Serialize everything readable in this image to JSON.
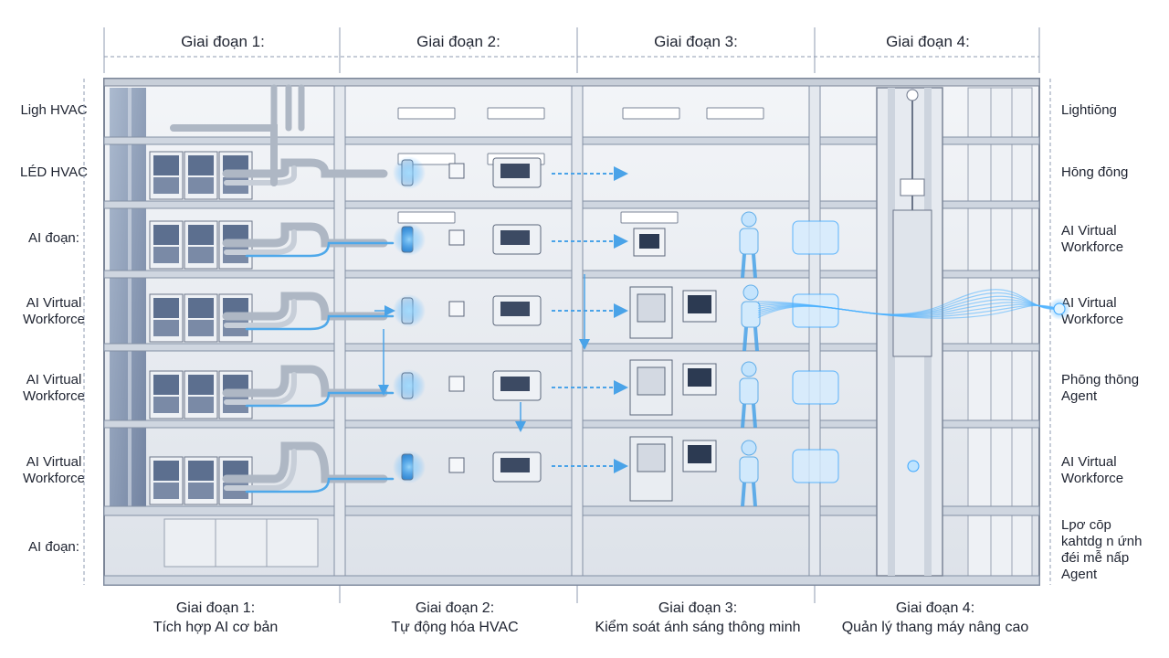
{
  "phases_top": [
    "Giai đoạn 1:",
    "Giai đoạn 2:",
    "Giai đoạn 3:",
    "Giai đoạn 4:"
  ],
  "phases_bottom": [
    {
      "title": "Giai đoạn 1:",
      "subtitle": "Tích hợp AI cơ bản"
    },
    {
      "title": "Giai đoạn 2:",
      "subtitle": "Tự động hóa HVAC"
    },
    {
      "title": "Giai đoạn 3:",
      "subtitle": "Kiểm soát ánh sáng thông minh"
    },
    {
      "title": "Giai đoạn 4:",
      "subtitle": "Quản lý thang máy nâng cao"
    }
  ],
  "left_labels": [
    [
      "Ligh HVAC"
    ],
    [
      "LÉD HVAC"
    ],
    [
      "AI đoạn:"
    ],
    [
      "AI Virtual",
      "Workforce"
    ],
    [
      "AI Virtual",
      "Workforce"
    ],
    [
      "AI Virtual",
      "Workforce"
    ],
    [
      "AI đoạn:"
    ]
  ],
  "right_labels": [
    [
      "Lightiōng"
    ],
    [
      "Hōng đōng"
    ],
    [
      "AI Virtual",
      "Workforce"
    ],
    [
      "AI Virtual",
      "Workforce"
    ],
    [
      "Phōng thōng",
      "Agent"
    ],
    [
      "AI Virtual",
      "Workforce"
    ],
    [
      "Lƿơ cōp",
      "kahtdg n ứnh",
      "đéi mễ nấp",
      "Agent"
    ]
  ],
  "colors": {
    "floor": "#e9ecf1",
    "slab": "#cfd5de",
    "wall": "#b9c1cd",
    "glass": "#7f93b3",
    "pipe": "#b8c0cb",
    "glow": "#39a6ff",
    "text": "#1e2330"
  }
}
